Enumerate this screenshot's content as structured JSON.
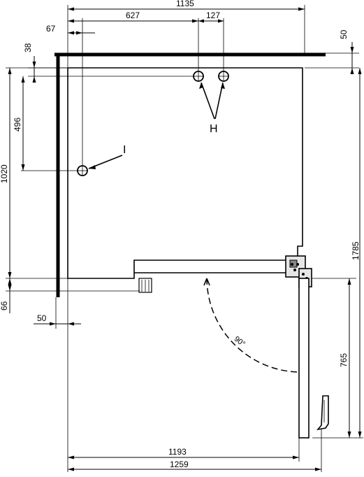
{
  "dimensions": {
    "overall_width_top": "1135",
    "offset_627": "627",
    "spacing_127": "127",
    "offset_67": "67",
    "wall_50_top": "50",
    "offset_38": "38",
    "height_496": "496",
    "height_1020": "1020",
    "height_1785": "1785",
    "offset_66": "66",
    "wall_50_left": "50",
    "door_765": "765",
    "bottom_1193": "1193",
    "bottom_1259": "1259"
  },
  "labels": {
    "inlet_h": "H",
    "inlet_i": "I",
    "door_angle": "90°"
  }
}
